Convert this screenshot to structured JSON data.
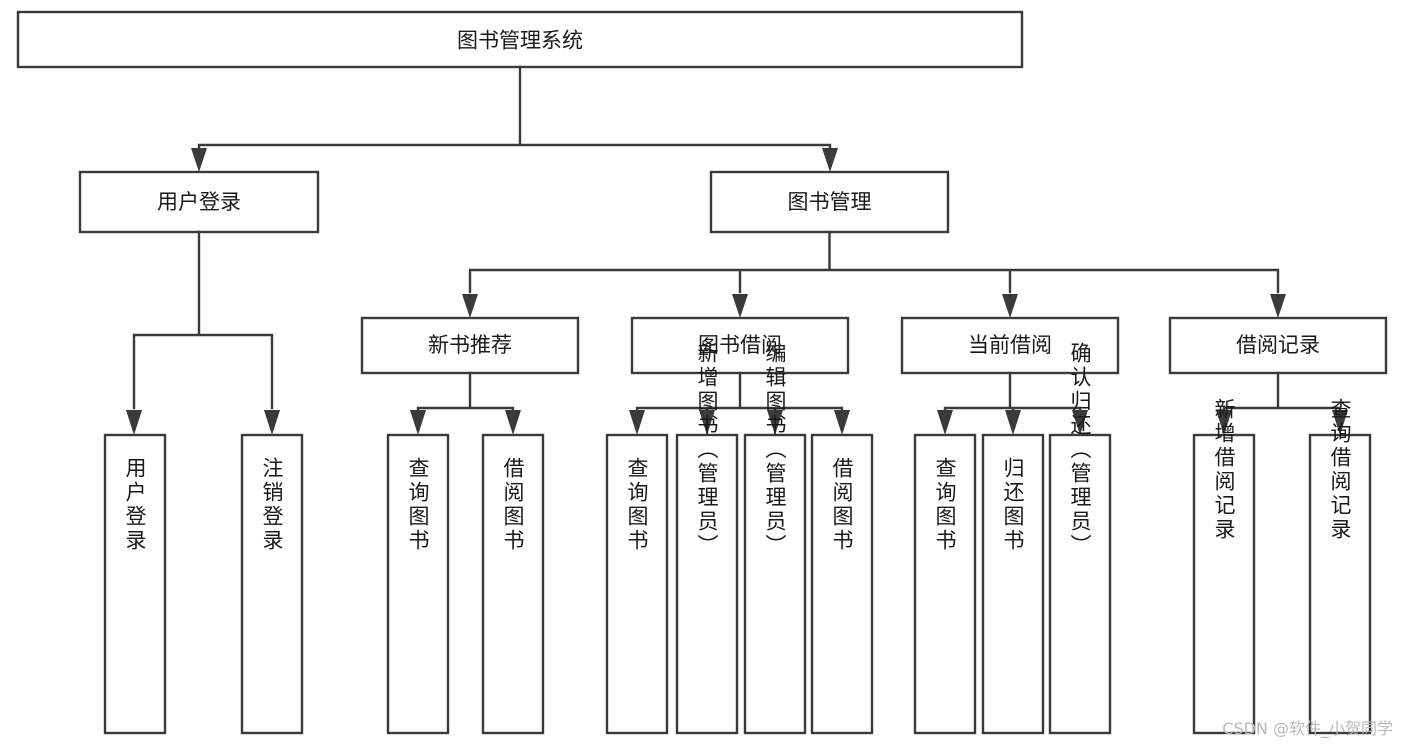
{
  "diagram": {
    "title": "图书管理系统",
    "type": "hierarchy-tree",
    "watermark": "CSDN @软件_小贺同学",
    "colors": {
      "background": "#ffffff",
      "box_stroke": "#3a3a3a",
      "box_fill": "#ffffff",
      "text": "#1a1a1a",
      "watermark": "#b9b9b9"
    },
    "root": {
      "label": "图书管理系统"
    },
    "level2": [
      {
        "label": "用户登录"
      },
      {
        "label": "图书管理"
      }
    ],
    "level3": [
      {
        "label": "新书推荐"
      },
      {
        "label": "图书借阅"
      },
      {
        "label": "当前借阅"
      },
      {
        "label": "借阅记录"
      }
    ],
    "leaves": {
      "user_login": [
        {
          "label": "用户登录"
        },
        {
          "label": "注销登录"
        }
      ],
      "new_book_recommend": [
        {
          "label": "查询图书"
        },
        {
          "label": "借阅图书"
        }
      ],
      "book_borrow": [
        {
          "label": "查询图书"
        },
        {
          "label": "新增图书（管理员）"
        },
        {
          "label": "编辑图书（管理员）"
        },
        {
          "label": "借阅图书"
        }
      ],
      "current_borrow": [
        {
          "label": "查询图书"
        },
        {
          "label": "归还图书"
        },
        {
          "label": "确认归还（管理员）"
        }
      ],
      "borrow_record": [
        {
          "label": "新增借阅记录"
        },
        {
          "label": "查询借阅记录"
        }
      ]
    }
  }
}
